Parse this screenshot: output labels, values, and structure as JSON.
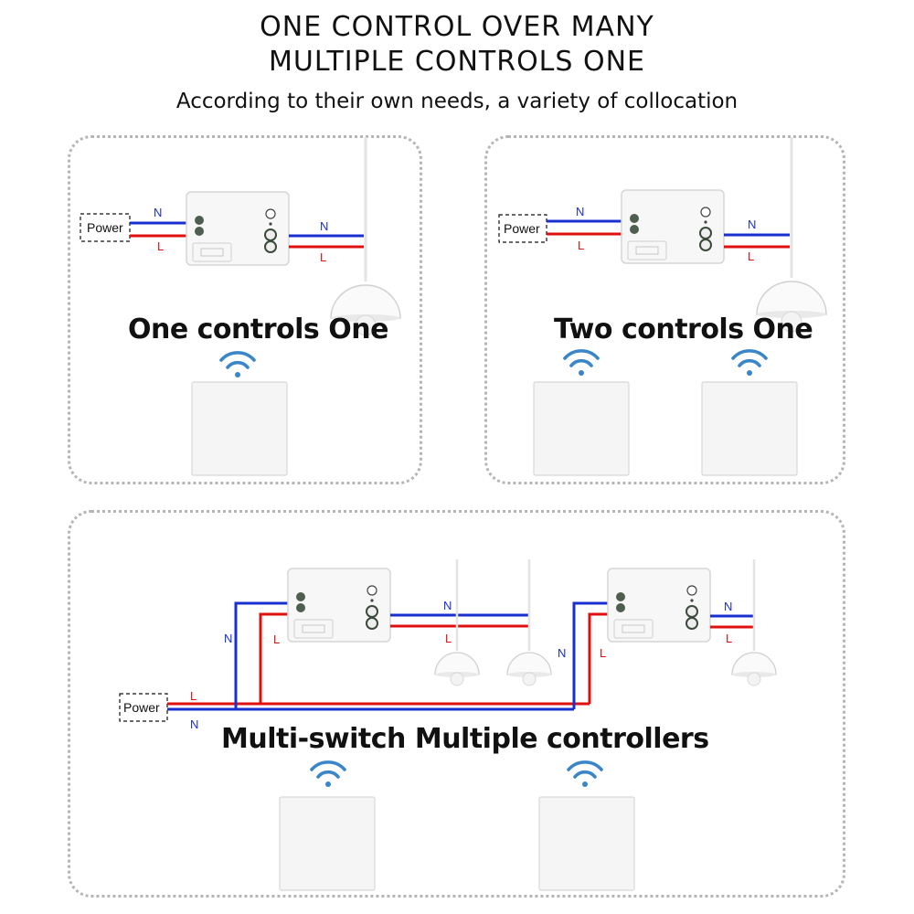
{
  "header": {
    "title_line1": "ONE CONTROL OVER MANY",
    "title_line2": "MULTIPLE CONTROLS ONE",
    "subtitle": "According to their own needs, a variety of collocation"
  },
  "labels": {
    "power": "Power",
    "neutral": "N",
    "live": "L"
  },
  "scenes": {
    "one_controls_one": "One controls One",
    "two_controls_one": "Two controls One",
    "multi": "Multi-switch Multiple controllers"
  },
  "colors": {
    "neutral_wire": "#1a2fd0",
    "live_wire": "#e01010",
    "wifi": "#3a86c8",
    "panel_border": "#b5b5b5"
  },
  "icons": [
    "wifi-icon",
    "pendant-lamp-icon",
    "wall-switch-icon",
    "receiver-module-icon"
  ]
}
